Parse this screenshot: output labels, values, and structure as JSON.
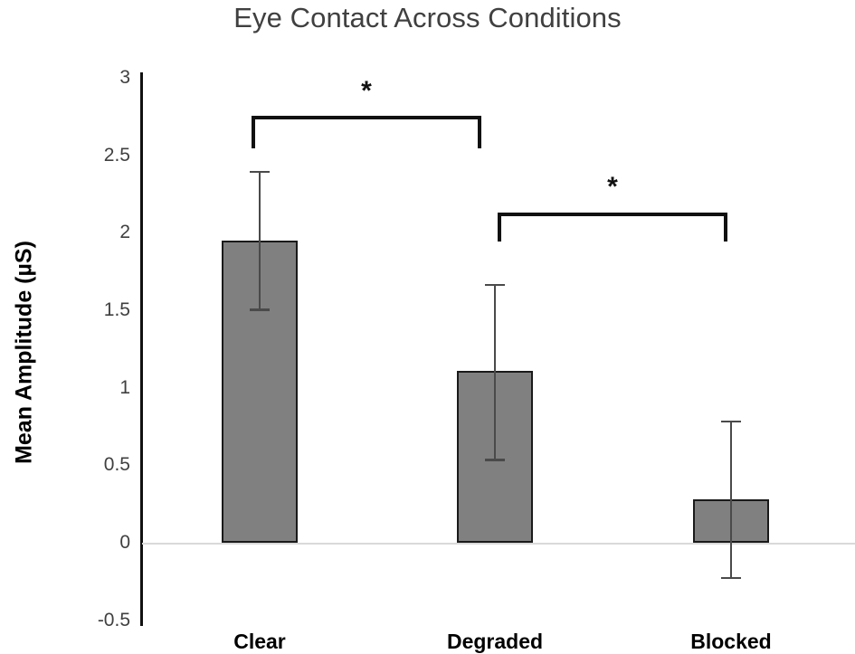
{
  "chart_data": {
    "type": "bar",
    "title": "Eye Contact Across Conditions",
    "xlabel": "",
    "ylabel": "Mean Amplitude (µS)",
    "categories": [
      "Clear",
      "Degraded",
      "Blocked"
    ],
    "values": [
      1.95,
      1.11,
      0.28
    ],
    "error_low": [
      1.51,
      0.54,
      -0.22
    ],
    "error_high": [
      2.4,
      1.67,
      0.79
    ],
    "errors": [
      0.44,
      0.57,
      0.5
    ],
    "ylim": [
      -0.5,
      3
    ],
    "yticks": [
      3,
      2.5,
      2,
      1.5,
      1,
      0.5,
      0,
      -0.5
    ],
    "ytick_labels": [
      "3",
      "2.5",
      "2",
      "1.5",
      "1",
      "0.5",
      "0",
      "-0.5"
    ],
    "grid": false,
    "legend": null,
    "bar_color": "#808080",
    "bar_border_color": "#1a1a1a",
    "error_color": "#4a4a4a",
    "annotations": [
      {
        "name": "significance-bracket-clear-degraded",
        "label": "*",
        "from": "Clear",
        "to": "Degraded"
      },
      {
        "name": "significance-bracket-degraded-blocked",
        "label": "*",
        "from": "Degraded",
        "to": "Blocked"
      }
    ]
  },
  "significance": {
    "bracket_1_star": "*",
    "bracket_2_star": "*"
  }
}
